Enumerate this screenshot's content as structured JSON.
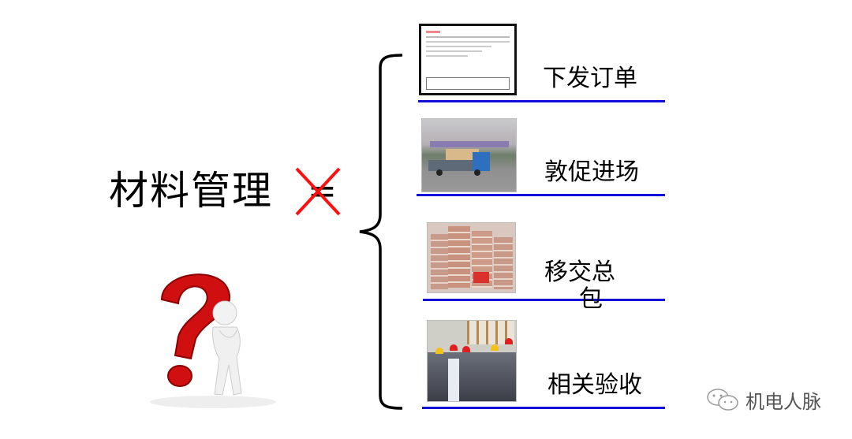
{
  "main": {
    "title": "材料管理",
    "not_equal_symbol": "=",
    "cross_color": "#ff1010"
  },
  "steps": [
    {
      "label": "下发订单",
      "image": "order-document-thumbnail"
    },
    {
      "label": "敦促进场",
      "image": "delivery-truck-photo"
    },
    {
      "label_line1": "移交总",
      "label_line2": "包",
      "image": "material-stacks-photo"
    },
    {
      "label": "相关验收",
      "image": "site-inspection-photo"
    }
  ],
  "colors": {
    "rule": "#1010d8",
    "question_mark": "#d01010",
    "text": "#000000"
  },
  "watermark": {
    "text": "机电人脉",
    "icon": "wechat-icon"
  }
}
